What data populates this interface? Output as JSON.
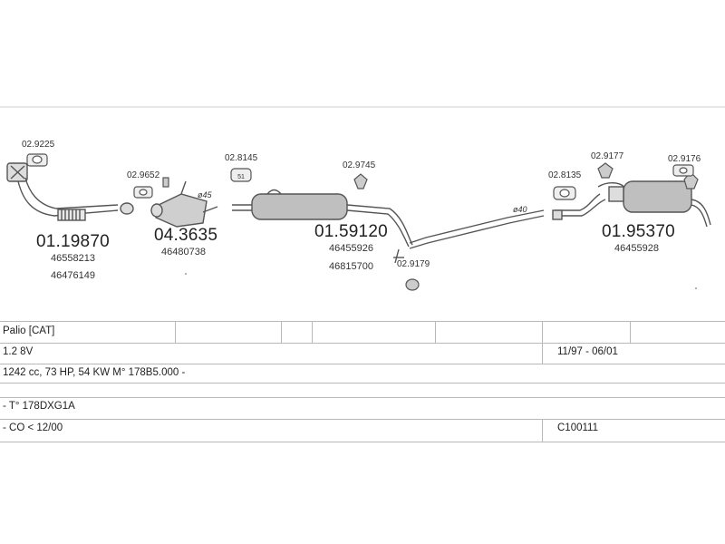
{
  "parts": {
    "p1": {
      "gasket": "02.9225",
      "code": "01.19870",
      "ref1": "46558213",
      "ref2": "46476149"
    },
    "p2": {
      "gasket": "02.9652",
      "code": "04.3635",
      "ref1": "46480738",
      "dia": "ø45"
    },
    "p3": {
      "clamp": "02.8145",
      "mount": "02.9745",
      "code": "01.59120",
      "ref1": "46455926",
      "ref2": "46815700"
    },
    "p4": {
      "hanger": "02.9179",
      "dia": "ø40"
    },
    "p5": {
      "clamp": "02.8135",
      "mount1": "02.9177",
      "mount2": "02.9176",
      "code": "01.95370",
      "ref1": "46455928"
    }
  },
  "table": {
    "model": "Palio  [CAT]",
    "engine": "1.2  8V",
    "years": "11/97 - 06/01",
    "specs": "1242 cc, 73 HP, 54 KW  M° 178B5.000 -",
    "type": "- T° 178DXG1A",
    "emission": "- CO < 12/00",
    "catalog": "C100111"
  }
}
